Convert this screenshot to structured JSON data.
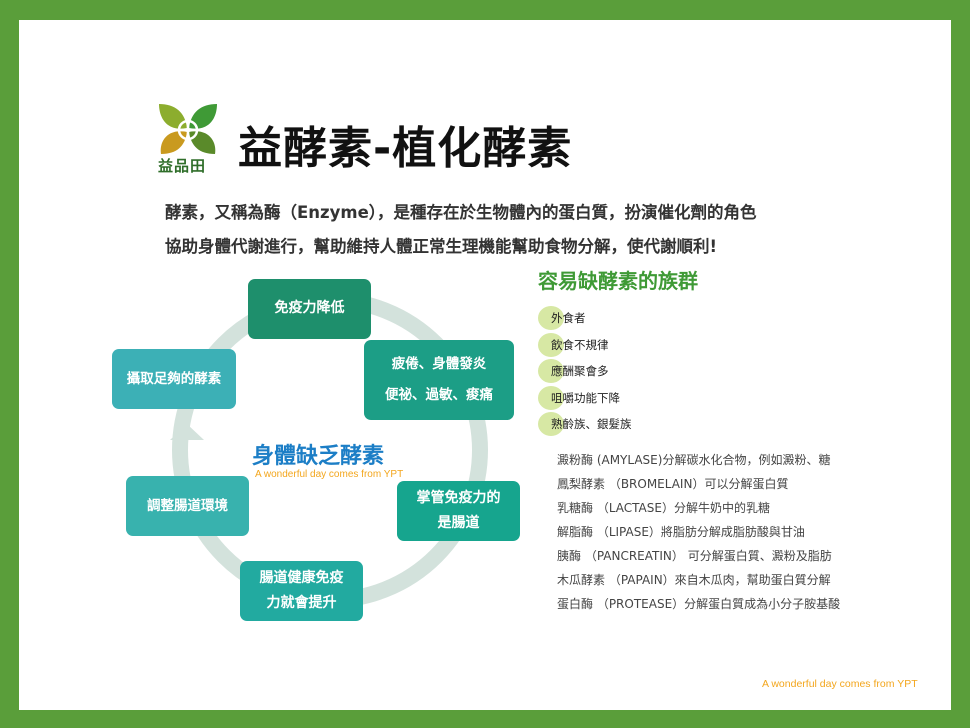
{
  "brand": {
    "logo_text": "益品田",
    "colors": {
      "green": "#3f9a36",
      "olive": "#8cad2e",
      "gold": "#c99a1f",
      "dark_green": "#2f6e2a"
    }
  },
  "title": "益酵素-植化酵素",
  "intro": {
    "line1": "酵素，又稱為酶（Enzyme），是種存在於生物體內的蛋白質，扮演催化劑的角色",
    "line2": "協助身體代謝進行，幫助維持人體正常生理機能幫助食物分解，使代謝順利!"
  },
  "cycle": {
    "center_title": "身體缺乏酵素",
    "center_subtitle": "A wonderful day comes from YPT",
    "immune_down": "免疫力降低",
    "fatigue_line1": "疲倦、身體發炎",
    "fatigue_line2": "便祕、過敏、痠痛",
    "enough_enzyme": "攝取足夠的酵素",
    "manage_line1": "掌管免疫力的",
    "manage_line2": "是腸道",
    "adjust_gut": "調整腸道環境",
    "gut_line1": "腸道健康免疫",
    "gut_line2": "力就會提升",
    "ring_color": "#d3e2dc"
  },
  "groups": {
    "title": "容易缺酵素的族群",
    "items": [
      "外食者",
      "飲食不規律",
      "應酬聚會多",
      "咀嚼功能下降",
      "熟齡族、銀髮族"
    ]
  },
  "enzymes": [
    "澱粉酶 (AMYLASE)分解碳水化合物，例如澱粉、糖",
    "鳳梨酵素 （BROMELAIN）可以分解蛋白質",
    "乳糖酶 （LACTASE）分解牛奶中的乳糖",
    "解脂酶 （LIPASE）將脂肪分解成脂肪酸與甘油",
    "胰酶 （PANCREATIN） 可分解蛋白質、澱粉及脂肪",
    "木瓜酵素 （PAPAIN）來自木瓜肉，幫助蛋白質分解",
    "蛋白酶 （PROTEASE）分解蛋白質成為小分子胺基酸"
  ],
  "footer": "A wonderful day comes from YPT"
}
